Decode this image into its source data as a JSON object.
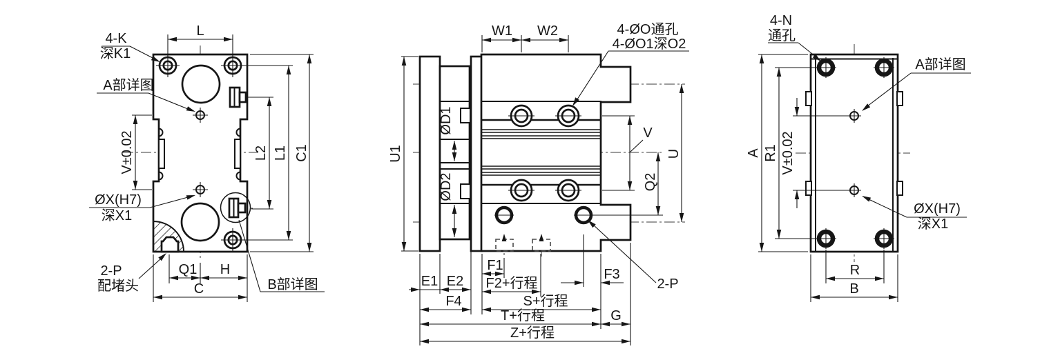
{
  "drawing": {
    "type": "engineering-3-view-dimensional-drawing",
    "colors": {
      "line": "#161616",
      "background": "#ffffff"
    },
    "front": {
      "callout_4k_line1": "4-K",
      "callout_4k_line2": "深K1",
      "callout_detail_a": "A部详图",
      "callout_ox_line1": "ØX(H7)",
      "callout_ox_line2": "深X1",
      "callout_2p_line1": "2-P",
      "callout_2p_line2": "配堵头",
      "callout_detail_b": "B部详图",
      "dim_l": "L",
      "dim_v": "V±0.02",
      "dim_l2": "L2",
      "dim_l1": "L1",
      "dim_c1": "C1",
      "dim_q1": "Q1",
      "dim_h": "H",
      "dim_c": "C"
    },
    "side": {
      "dim_w1": "W1",
      "dim_w2": "W2",
      "callout_holes_line1": "4-ØO通孔",
      "callout_holes_line2": "4-ØO1深O2",
      "dim_u1": "U1",
      "dim_d1": "ØD1",
      "dim_d2": "ØD2",
      "dim_v": "V",
      "dim_u": "U",
      "dim_q2": "Q2",
      "dim_e1": "E1",
      "dim_e2": "E2",
      "dim_f1": "F1",
      "dim_f2": "F2+行程",
      "dim_f3": "F3",
      "dim_f4": "F4",
      "dim_s": "S+行程",
      "dim_t": "T+行程",
      "dim_g": "G",
      "dim_z": "Z+行程",
      "callout_2p": "2-P"
    },
    "top": {
      "callout_4n_line1": "4-N",
      "callout_4n_line2": "通孔",
      "callout_detail_a": "A部详图",
      "callout_ox_line1": "ØX(H7)",
      "callout_ox_line2": "深X1",
      "dim_a": "A",
      "dim_r1": "R1",
      "dim_v": "V±0.02",
      "dim_r": "R",
      "dim_b": "B"
    }
  }
}
